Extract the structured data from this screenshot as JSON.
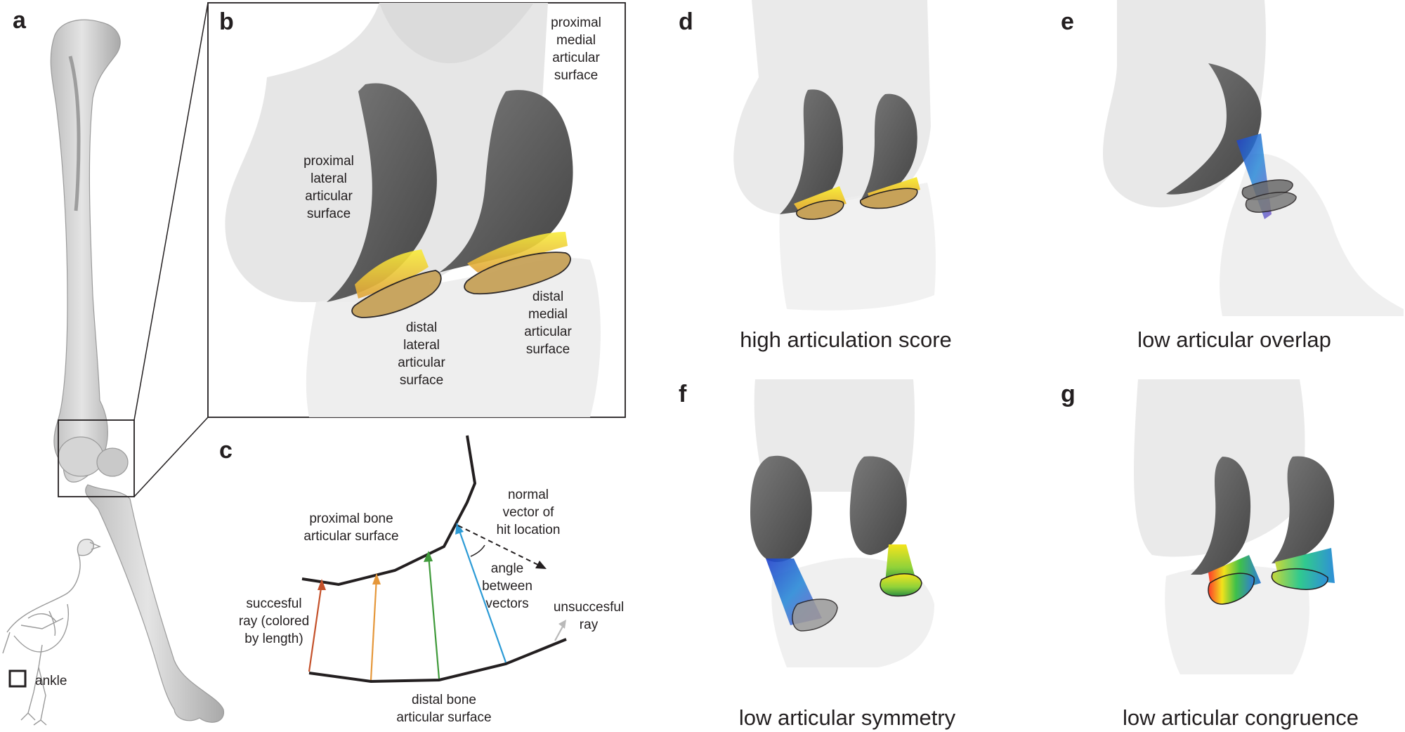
{
  "panels": {
    "a": "a",
    "b": "b",
    "c": "c",
    "d": "d",
    "e": "e",
    "f": "f",
    "g": "g"
  },
  "panel_a": {
    "inset_label": "ankle"
  },
  "panel_b": {
    "proximal_lateral": [
      "proximal",
      "lateral",
      "articular",
      "surface"
    ],
    "proximal_medial": [
      "proximal",
      "medial",
      "articular",
      "surface"
    ],
    "distal_lateral": [
      "distal",
      "lateral",
      "articular",
      "surface"
    ],
    "distal_medial": [
      "distal",
      "medial",
      "articular",
      "surface"
    ]
  },
  "panel_c": {
    "proximal_surface": [
      "proximal bone",
      "articular surface"
    ],
    "normal_vector": [
      "normal",
      "vector of",
      "hit location"
    ],
    "angle": [
      "angle",
      "between",
      "vectors"
    ],
    "successful_ray": [
      "succesful",
      "ray (colored",
      "by length)"
    ],
    "unsuccessful_ray": [
      "unsuccesful",
      "ray"
    ],
    "distal_surface": [
      "distal bone",
      "articular surface"
    ]
  },
  "captions": {
    "d": "high articulation score",
    "e": "low articular overlap",
    "f": "low articular symmetry",
    "g": "low articular congruence"
  },
  "colors": {
    "bone": "#cfcfcf",
    "bone_light": "#ececec",
    "surface_dark": "#5e5e5e",
    "ray_yellow": "#f2e21b",
    "ray_red": "#c4512a",
    "ray_orange": "#e5973a",
    "ray_green": "#3f9a3a",
    "ray_blue": "#2c9bd6",
    "ray_gray": "#b9b9b9"
  }
}
